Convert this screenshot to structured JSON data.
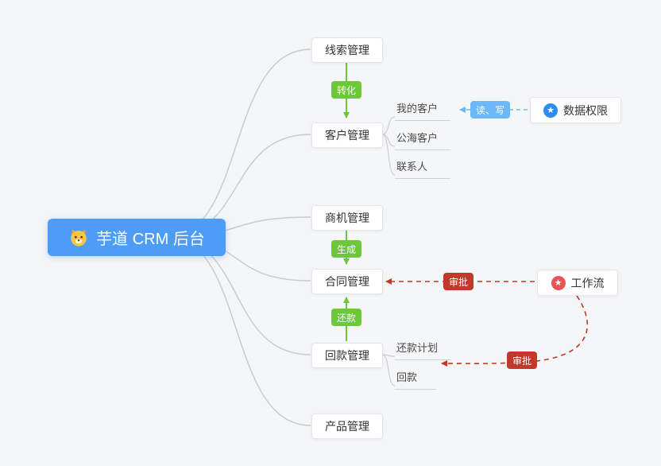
{
  "diagram": {
    "root": {
      "label": "芋道 CRM 后台"
    },
    "main_nodes": [
      {
        "label": "线索管理"
      },
      {
        "label": "客户管理",
        "children": [
          {
            "label": "我的客户"
          },
          {
            "label": "公海客户"
          },
          {
            "label": "联系人"
          }
        ]
      },
      {
        "label": "商机管理"
      },
      {
        "label": "合同管理"
      },
      {
        "label": "回款管理",
        "children": [
          {
            "label": "还款计划"
          },
          {
            "label": "回款"
          }
        ]
      },
      {
        "label": "产品管理"
      }
    ],
    "aux_nodes": [
      {
        "label": "数据权限",
        "icon": "star-icon"
      },
      {
        "label": "工作流",
        "icon": "star-icon"
      }
    ],
    "edge_labels": {
      "convert": "转化",
      "generate": "生成",
      "repay": "还款",
      "read_write": "读、写",
      "approve_contract": "审批",
      "approve_receipt": "审批"
    },
    "icons": {
      "star": "★"
    },
    "colors": {
      "root_blue": "#4d9cf6",
      "green": "#6cc73a",
      "light_blue": "#6db8f8",
      "red": "#c0392b",
      "permission_icon_blue": "#2d8cf0",
      "workflow_icon_red": "#e95454",
      "background": "#f5f6f7",
      "connector_gray": "#c9cbce"
    }
  }
}
